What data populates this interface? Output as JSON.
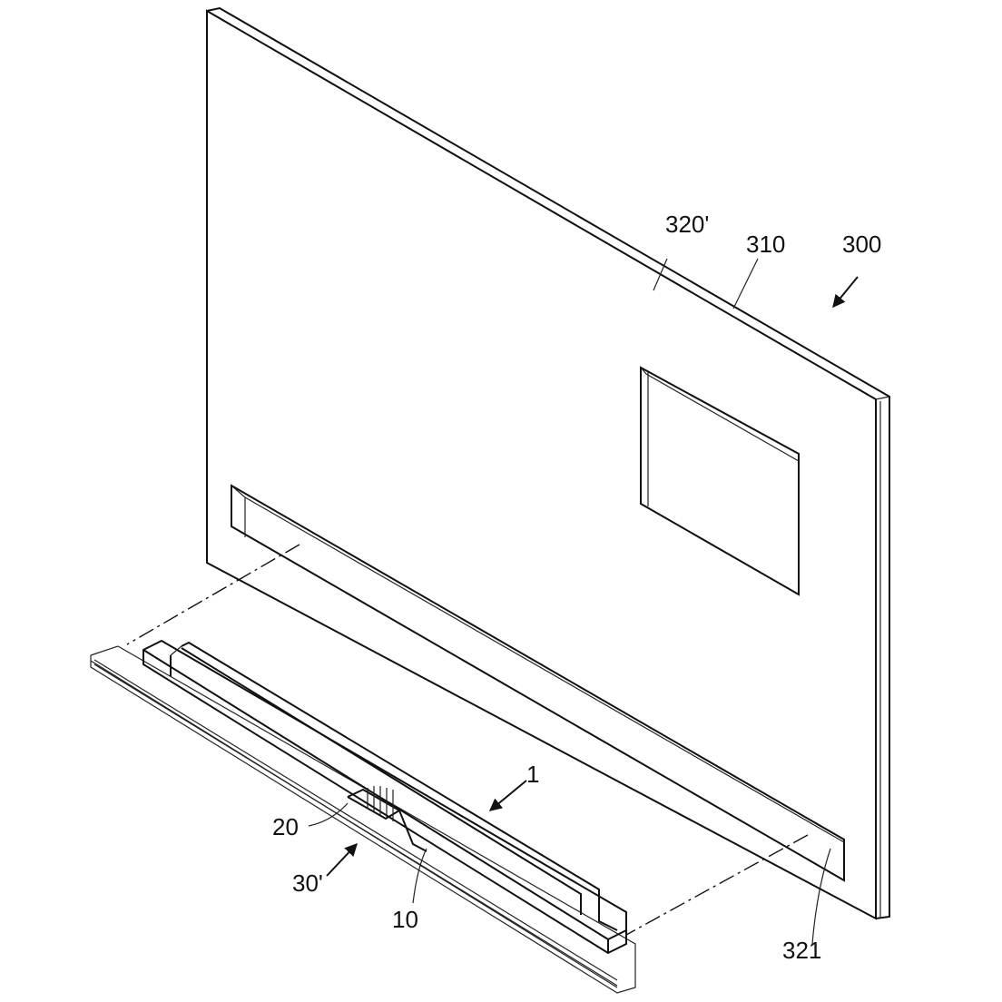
{
  "figure": {
    "labels": {
      "panel_surface": "320'",
      "panel_edge": "310",
      "display_device": "300",
      "assembly": "1",
      "connector": "20",
      "cable": "30'",
      "bar_body": "10",
      "recess": "321"
    }
  }
}
